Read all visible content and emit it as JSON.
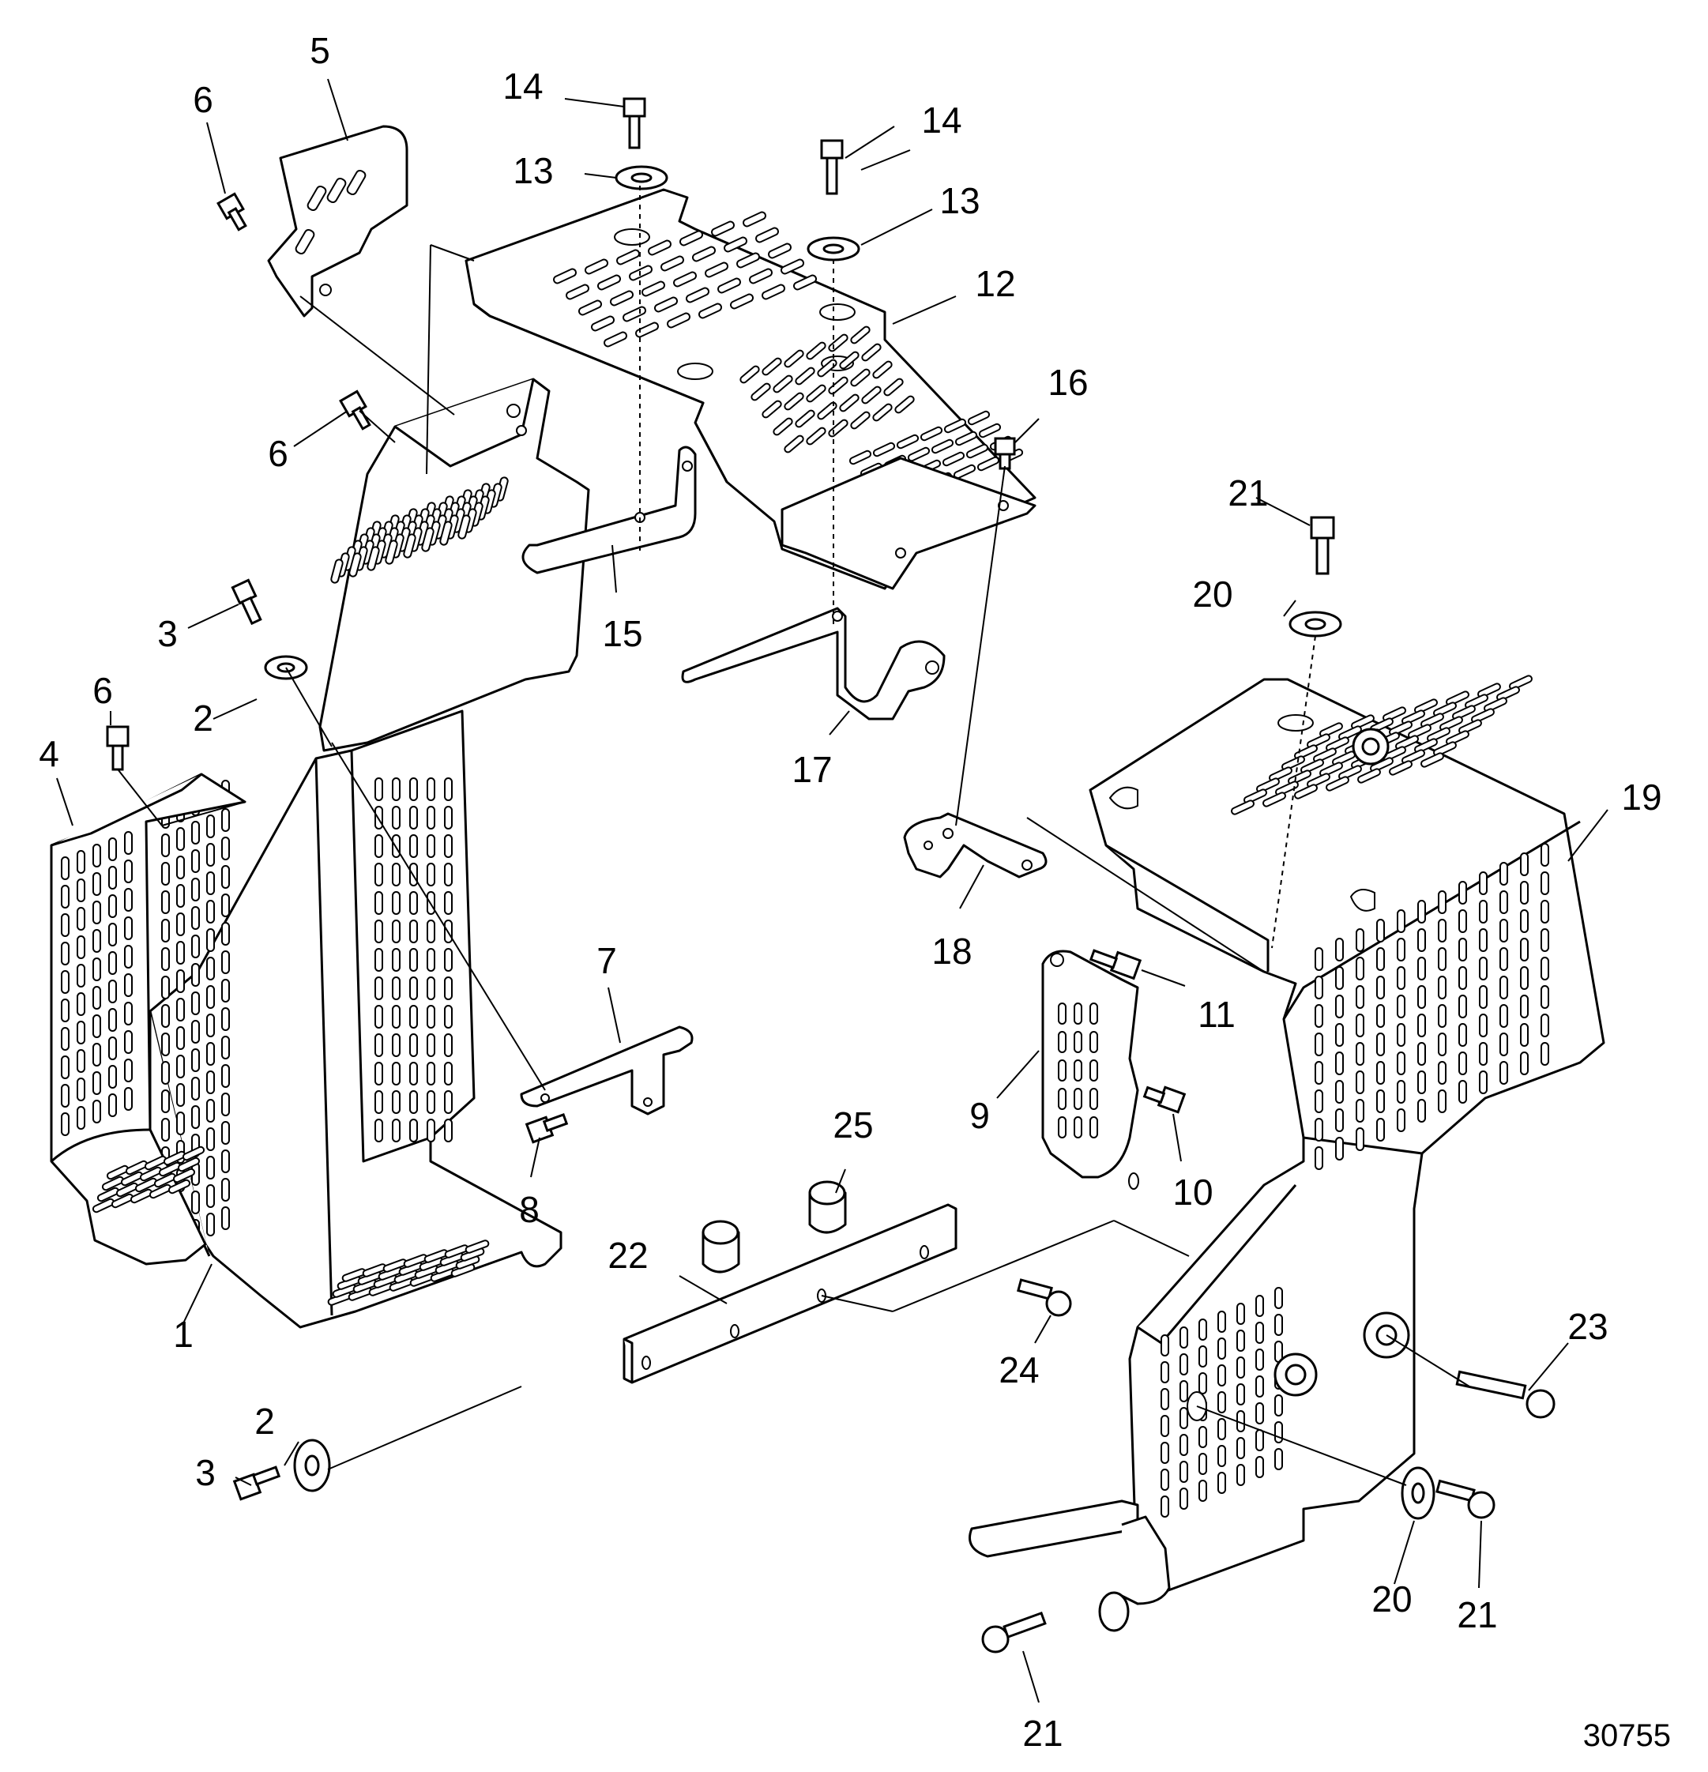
{
  "figure_number": "30755",
  "callouts": [
    {
      "id": "c1",
      "label": "1"
    },
    {
      "id": "c2a",
      "label": "2"
    },
    {
      "id": "c2b",
      "label": "2"
    },
    {
      "id": "c3a",
      "label": "3"
    },
    {
      "id": "c3b",
      "label": "3"
    },
    {
      "id": "c4",
      "label": "4"
    },
    {
      "id": "c5",
      "label": "5"
    },
    {
      "id": "c6a",
      "label": "6"
    },
    {
      "id": "c6b",
      "label": "6"
    },
    {
      "id": "c6c",
      "label": "6"
    },
    {
      "id": "c7",
      "label": "7"
    },
    {
      "id": "c8",
      "label": "8"
    },
    {
      "id": "c9",
      "label": "9"
    },
    {
      "id": "c10",
      "label": "10"
    },
    {
      "id": "c11",
      "label": "11"
    },
    {
      "id": "c12",
      "label": "12"
    },
    {
      "id": "c13a",
      "label": "13"
    },
    {
      "id": "c13b",
      "label": "13"
    },
    {
      "id": "c14a",
      "label": "14"
    },
    {
      "id": "c14b",
      "label": "14"
    },
    {
      "id": "c15",
      "label": "15"
    },
    {
      "id": "c16",
      "label": "16"
    },
    {
      "id": "c17",
      "label": "17"
    },
    {
      "id": "c18",
      "label": "18"
    },
    {
      "id": "c19",
      "label": "19"
    },
    {
      "id": "c20a",
      "label": "20"
    },
    {
      "id": "c20b",
      "label": "20"
    },
    {
      "id": "c21a",
      "label": "21"
    },
    {
      "id": "c21b",
      "label": "21"
    },
    {
      "id": "c21c",
      "label": "21"
    },
    {
      "id": "c22",
      "label": "22"
    },
    {
      "id": "c23",
      "label": "23"
    },
    {
      "id": "c24",
      "label": "24"
    },
    {
      "id": "c25",
      "label": "25"
    }
  ]
}
